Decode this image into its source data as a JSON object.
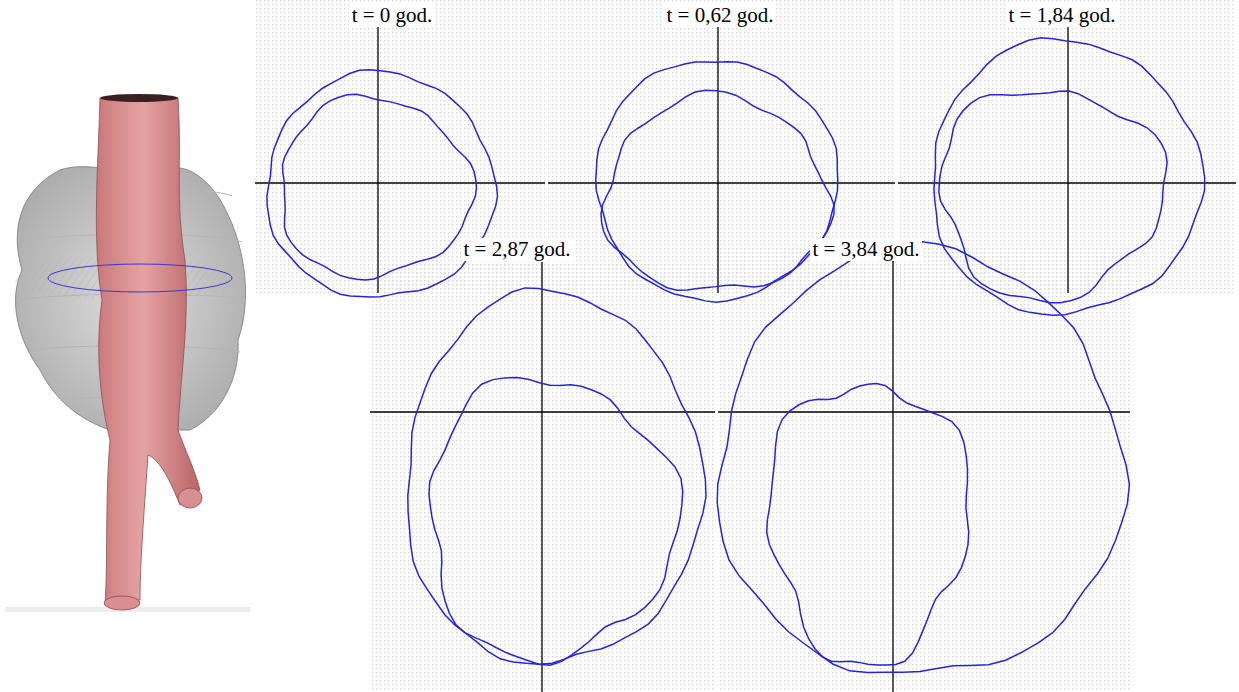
{
  "diagram": {
    "labels": [
      "t = 0 god.",
      "t = 0,62 god.",
      "t = 1,84 god.",
      "t = 2,87 god.",
      "t = 3,84 god."
    ]
  }
}
